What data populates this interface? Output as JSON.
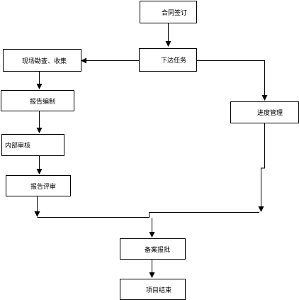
{
  "nodes": {
    "contract_signing": "合同签订",
    "assign_task": "下达任务",
    "site_survey_collection": "现场勘查、收集",
    "progress_management": "进度管理",
    "report_compilation": "报告编制",
    "internal_review": "内部审核",
    "report_evaluation": "报告评审",
    "filing_approval": "备案报批",
    "project_end": "项目结束"
  }
}
